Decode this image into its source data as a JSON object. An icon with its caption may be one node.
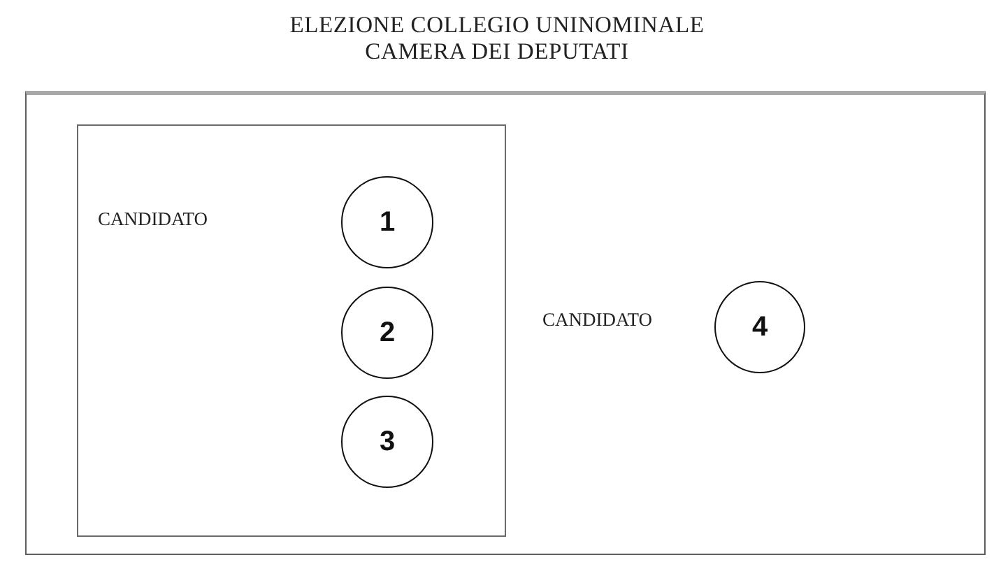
{
  "diagram": {
    "title": "ELEZIONE COLLEGIO UNINOMINALE CAMERA DEI DEPUTATI",
    "nodes": [
      {
        "text": [],
        "shape": "box"
      },
      {
        "text": [
          "CANDIDATO"
        ],
        "in": 0
      },
      {
        "text": [
          "1"
        ],
        "in": 1
      },
      {
        "text": [
          "2"
        ],
        "in": 1
      },
      {
        "text": [
          "3"
        ],
        "in": 1
      },
      {
        "text": [
          "4"
        ],
        "in": 0,
        "beside": [
          "CANDIDATO"
        ]
      }
    ]
  }
}
